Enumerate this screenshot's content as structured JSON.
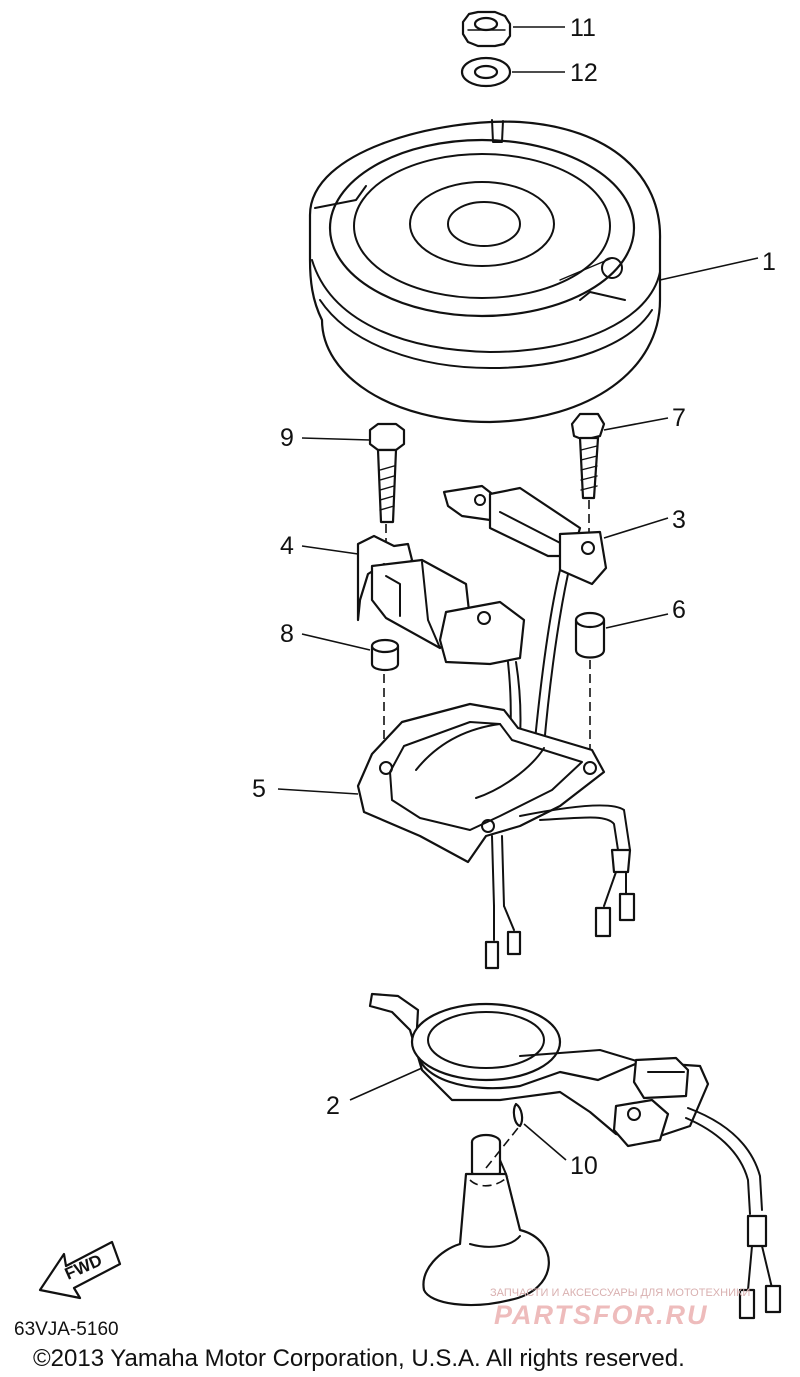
{
  "callouts": {
    "c1": "1",
    "c2": "2",
    "c3": "3",
    "c4": "4",
    "c5": "5",
    "c6": "6",
    "c7": "7",
    "c8": "8",
    "c9": "9",
    "c10": "10",
    "c11": "11",
    "c12": "12"
  },
  "fwd_label": "FWD",
  "drawing_code": "63VJA-5160",
  "copyright": "©2013 Yamaha Motor Corporation, U.S.A. All rights reserved.",
  "watermark": {
    "tagline": "ЗАПЧАСТИ И АКСЕССУАРЫ ДЛЯ МОТОТЕХНИКИ",
    "site": "PARTSFOR.RU"
  },
  "colors": {
    "ink": "#111111",
    "watermark": "#eebcbc"
  }
}
